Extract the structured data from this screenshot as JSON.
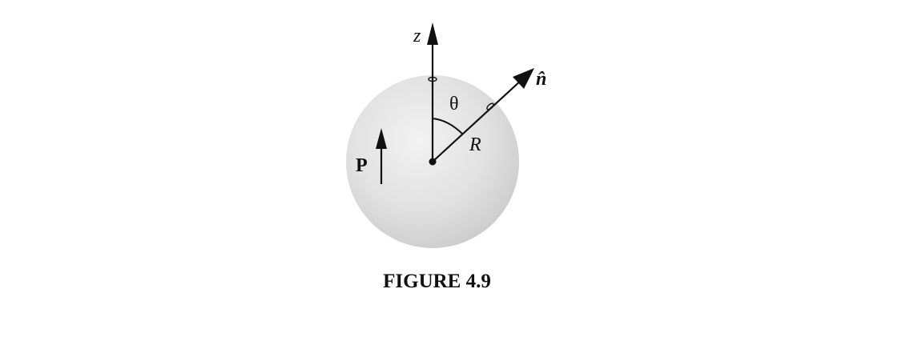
{
  "figure": {
    "z_label": "z",
    "n_label": "n̂",
    "theta_label": "θ",
    "r_label": "R",
    "p_label": "P",
    "caption": "FIGURE 4.9"
  }
}
